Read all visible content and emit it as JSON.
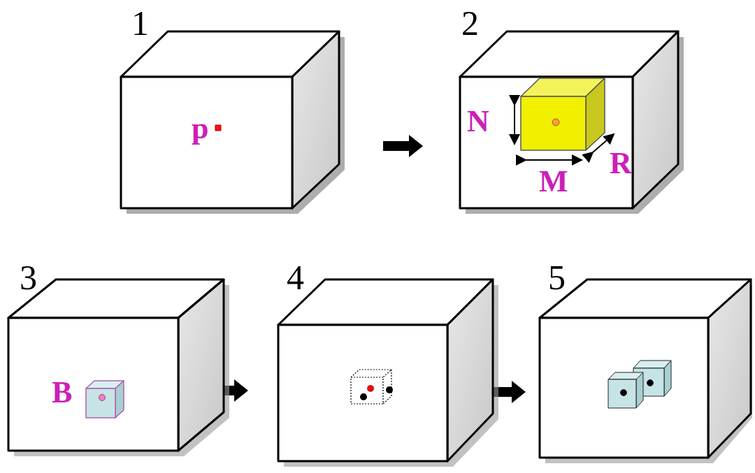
{
  "diagram": {
    "labels": [
      "1",
      "p",
      "2",
      "N",
      "M",
      "R",
      "3",
      "B",
      "4",
      "5"
    ]
  }
}
